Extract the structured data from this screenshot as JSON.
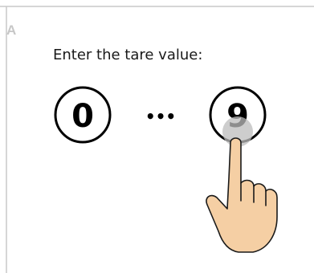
{
  "panel": {
    "label": "A"
  },
  "prompt": {
    "text": "Enter the tare value:"
  },
  "keys": {
    "first": "0",
    "ellipsis": "•••",
    "last": "9"
  },
  "colors": {
    "frame_line": "#c8c8c8",
    "panel_label": "#c7c7c7",
    "circle_stroke": "#000000",
    "press_highlight": "#bcbcbc",
    "skin": "#f5cfa4",
    "outline": "#1a1a1a"
  },
  "icons": {
    "pointer": "pointing-hand-icon"
  }
}
